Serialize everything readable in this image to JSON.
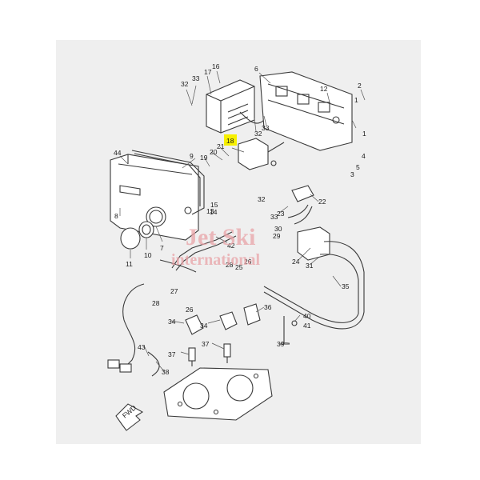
{
  "diagram": {
    "callouts": [
      "1",
      "2",
      "3",
      "4",
      "5",
      "6",
      "7",
      "8",
      "9",
      "10",
      "11",
      "12",
      "13",
      "14",
      "15",
      "16",
      "17",
      "18",
      "19",
      "20",
      "21",
      "22",
      "23",
      "24",
      "25",
      "26",
      "27",
      "28",
      "29",
      "30",
      "31",
      "32",
      "33",
      "34",
      "35",
      "36",
      "37",
      "38",
      "39",
      "40",
      "41",
      "42",
      "43",
      "44"
    ],
    "highlighted_callout": "18",
    "highlight_color": "#f7f000",
    "fwd_label": "FWD"
  },
  "watermark": {
    "line1": "Jet Ski",
    "line2": "international",
    "color": "#e9a3a7"
  }
}
